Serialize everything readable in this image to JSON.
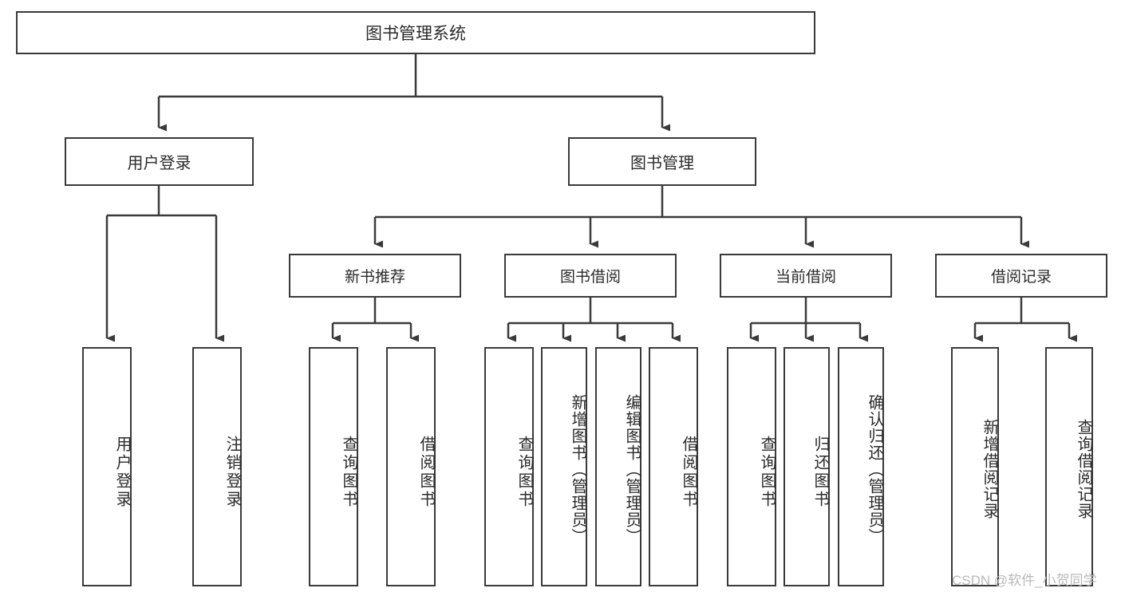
{
  "diagram": {
    "title": "图书管理系统",
    "type": "tree",
    "root": {
      "label": "图书管理系统"
    },
    "level1": [
      {
        "label": "用户登录"
      },
      {
        "label": "图书管理"
      }
    ],
    "level2": [
      {
        "label": "新书推荐"
      },
      {
        "label": "图书借阅"
      },
      {
        "label": "当前借阅"
      },
      {
        "label": "借阅记录"
      }
    ],
    "leaves": {
      "user_login": [
        {
          "label": "用户登录"
        },
        {
          "label": "注销登录"
        }
      ],
      "new_book_recommend": [
        {
          "label": "查询图书"
        },
        {
          "label": "借阅图书"
        }
      ],
      "book_borrow": [
        {
          "label": "查询图书"
        },
        {
          "label": "新增图书（管理员）"
        },
        {
          "label": "编辑图书（管理员）"
        },
        {
          "label": "借阅图书"
        }
      ],
      "current_borrow": [
        {
          "label": "查询图书"
        },
        {
          "label": "归还图书"
        },
        {
          "label": "确认归还（管理员）"
        }
      ],
      "borrow_record": [
        {
          "label": "新增借阅记录"
        },
        {
          "label": "查询借阅记录"
        }
      ]
    }
  },
  "watermark": {
    "text": "CSDN @软件_小贺同学"
  },
  "colors": {
    "border": "#3a3a3a",
    "text": "#2b2b2b",
    "background": "#ffffff",
    "watermark": "#b9b9b9"
  }
}
